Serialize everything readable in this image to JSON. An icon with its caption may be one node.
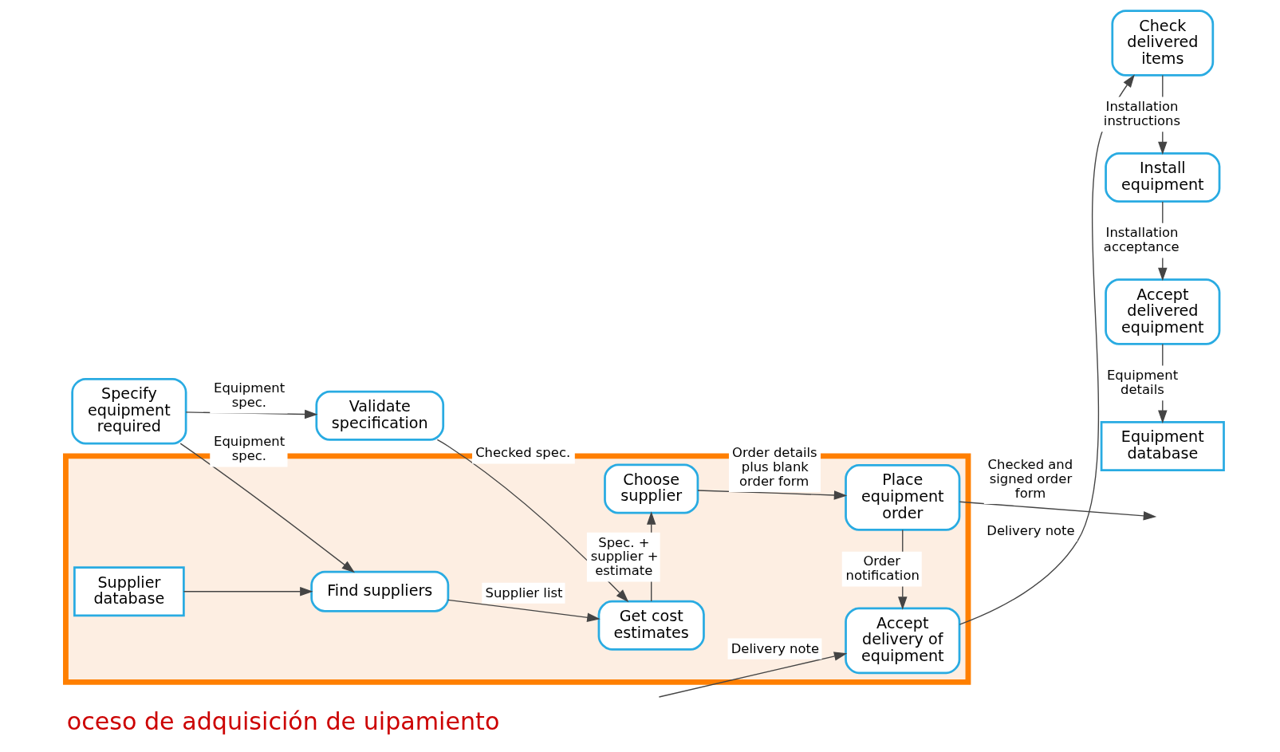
{
  "diagram": {
    "title": "oceso de adquisición de uipamiento",
    "nodes": [
      {
        "text": [
          "Specify equipment required"
        ]
      },
      {
        "text": [
          "Validate specification"
        ]
      },
      {
        "text": [],
        "shape": "box"
      },
      {
        "text": [
          "Get cost estimates"
        ],
        "in": 2
      },
      {
        "text": [
          "Accept delivery of equipment"
        ],
        "in": 2
      },
      {
        "text": [
          "Supplier database"
        ],
        "in": 2
      },
      {
        "text": [
          "Find suppliers"
        ],
        "in": 2
      },
      {
        "text": [
          "Choose supplier"
        ],
        "in": 2
      },
      {
        "text": [
          "Place equipment order"
        ],
        "in": 2
      },
      {
        "text": [
          "Check delivered items"
        ]
      },
      {
        "text": [
          "Install equipment"
        ]
      },
      {
        "text": [
          "Accept delivered equipment"
        ]
      },
      {
        "text": [
          "Equipment database"
        ]
      }
    ],
    "edges": [
      {
        "from": 0,
        "to": 1,
        "arrow": "to",
        "label": "Equipment spec."
      },
      {
        "from": 1,
        "to": 3,
        "arrow": "to",
        "label": "Checked spec."
      },
      {
        "from": 0,
        "to": 6,
        "arrow": "to",
        "label": "Equipment spec."
      },
      {
        "from": 5,
        "to": 6,
        "arrow": "to"
      },
      {
        "from": 6,
        "to": 3,
        "arrow": "to",
        "label": "Supplier list"
      },
      {
        "from": 3,
        "to": 7,
        "arrow": "to",
        "label": "Spec. + supplier + estimate"
      },
      {
        "from": 7,
        "to": 8,
        "arrow": "to",
        "label": "Order details plus blank order form"
      },
      {
        "from": 8,
        "to": 4,
        "arrow": "to",
        "label": "Order notification"
      },
      {
        "from": null,
        "to": 4,
        "arrow": "to",
        "label": "Delivery note"
      },
      {
        "from": 4,
        "to": 9,
        "arrow": "to",
        "label": "Delivery note"
      },
      {
        "from": 8,
        "to": null,
        "arrow": "to",
        "label": "Checked and signed order form"
      },
      {
        "from": 9,
        "to": 10,
        "arrow": "to",
        "label": "Installation instructions"
      },
      {
        "from": 10,
        "to": 11,
        "arrow": "to",
        "label": "Installation acceptance"
      },
      {
        "from": 11,
        "to": 12,
        "arrow": "to",
        "label": "Equipment details"
      }
    ]
  }
}
